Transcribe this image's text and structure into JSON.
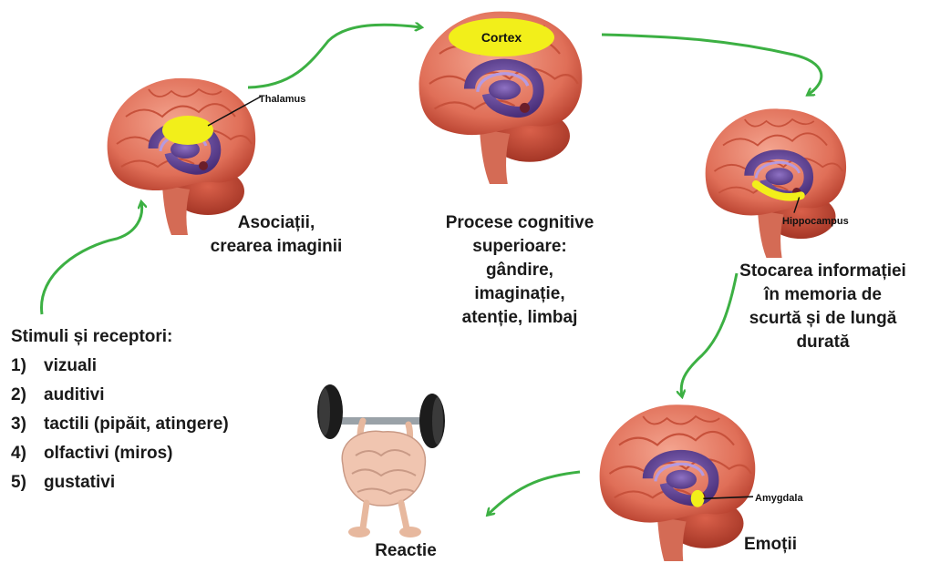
{
  "colors": {
    "arrow": "#3cb043",
    "highlight": "#f2ef1a",
    "brain_outer": "#e9836f",
    "brain_inner": "#6d4a9e"
  },
  "brains": {
    "thalamus": {
      "name": "Thalamus"
    },
    "cortex": {
      "name": "Cortex"
    },
    "hippocampus": {
      "name": "Hippocampus"
    },
    "amygdala": {
      "name": "Amygdala"
    }
  },
  "labels": {
    "asociatii": [
      "Asociații,",
      "crearea imaginii"
    ],
    "procese": [
      "Procese cognitive",
      "superioare:",
      "gândire,",
      "imaginație,",
      "atenție, limbaj"
    ],
    "stocarea": [
      "Stocarea informației",
      "în memoria de",
      "scurtă și de lungă",
      "durată"
    ],
    "emotii": "Emoții",
    "reactie": "Reactie"
  },
  "stimuli": {
    "title": "Stimuli și receptori:",
    "items": [
      {
        "num": "1)",
        "text": "vizuali"
      },
      {
        "num": "2)",
        "text": "auditivi"
      },
      {
        "num": "3)",
        "text": "tactili (pipăit, atingere)"
      },
      {
        "num": "4)",
        "text": "olfactivi (miros)"
      },
      {
        "num": "5)",
        "text": "gustativi"
      }
    ]
  }
}
